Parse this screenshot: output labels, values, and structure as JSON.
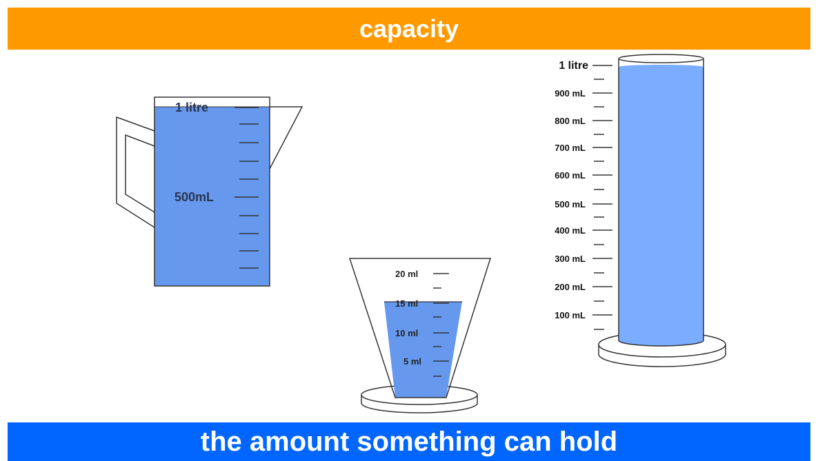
{
  "header": {
    "title": "capacity"
  },
  "footer": {
    "caption": "the amount something can hold"
  },
  "colors": {
    "header_bg": "#ff9900",
    "footer_bg": "#0066ff",
    "water_jug": "#6699ee",
    "water_cylinder": "#7aadff",
    "water_cone": "#6699ee",
    "outline": "#333333"
  },
  "jug": {
    "labels": {
      "top": "1 litre",
      "mid": "500mL"
    }
  },
  "cone": {
    "labels": [
      "20 ml",
      "15 ml",
      "10 ml",
      "5 ml"
    ]
  },
  "cylinder": {
    "labels": [
      "1 litre",
      "900 mL",
      "800 mL",
      "700 mL",
      "600 mL",
      "500 mL",
      "400 mL",
      "300 mL",
      "200 mL",
      "100 mL"
    ]
  }
}
